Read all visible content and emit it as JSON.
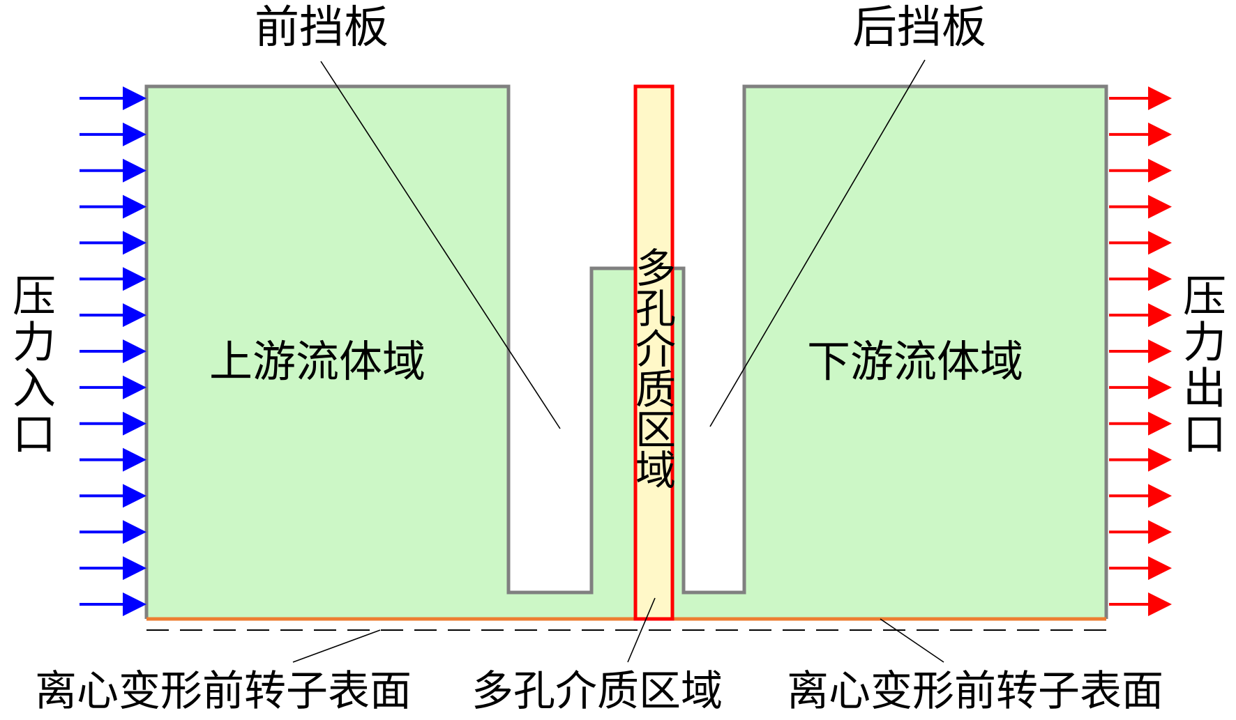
{
  "labels": {
    "front_baffle": "前挡板",
    "rear_baffle": "后挡板",
    "upstream_domain": "上游流体域",
    "downstream_domain": "下游流体域",
    "porous_region_vertical": "多孔介质区域",
    "pressure_inlet": "压力入口",
    "pressure_outlet": "压力出口",
    "rotor_surface_left": "离心变形前转子表面",
    "porous_region_bottom": "多孔介质区域",
    "rotor_surface_right": "离心变形前转子表面"
  },
  "colors": {
    "fluid_fill": "#ccf7c6",
    "outline": "#808080",
    "porous_fill": "#fff8c8",
    "porous_border": "#ff0000",
    "inlet_arrow": "#0000ff",
    "outlet_arrow": "#ff0000",
    "rotor_line": "#ed7d31"
  },
  "arrows": {
    "inlet_count": 15,
    "outlet_count": 15
  }
}
